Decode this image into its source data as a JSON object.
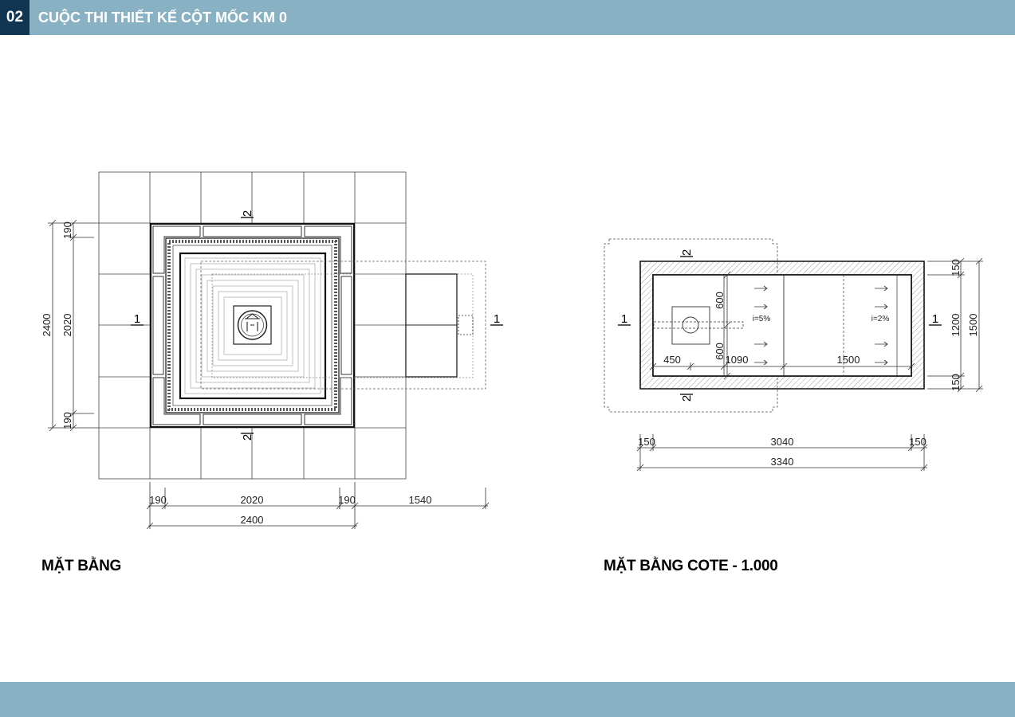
{
  "header": {
    "page_number": "02",
    "title": "CUỘC THI THIẾT KẾ CỘT MỐC KM 0",
    "bar_color": "#89b1c4",
    "badge_color": "#123552"
  },
  "left_plan": {
    "caption": "MẶT BẰNG",
    "dims": {
      "left_top": "190",
      "left_mid": "2020",
      "left_bottom": "190",
      "left_total": "2400",
      "bottom_1": "190",
      "bottom_2": "2020",
      "bottom_3": "190",
      "bottom_4": "1540",
      "bottom_total": "2400"
    },
    "section_marks": {
      "top": "2",
      "bottom": "2",
      "left": "1",
      "right": "1"
    }
  },
  "right_plan": {
    "caption": "MẶT BẰNG COTE - 1.000",
    "dims": {
      "right_top": "150",
      "right_mid": "1200",
      "right_bottom": "150",
      "right_total": "1500",
      "bottom_1": "150",
      "bottom_2": "3040",
      "bottom_3": "150",
      "bottom_total": "3340",
      "inner_1": "450",
      "inner_2": "1090",
      "inner_3": "1500",
      "inner_v_top": "600",
      "inner_v_bottom": "600"
    },
    "slopes": {
      "slope_1": "i=5%",
      "slope_2": "i=2%"
    },
    "section_marks": {
      "top": "2",
      "bottom": "2",
      "left": "1",
      "right": "1"
    }
  }
}
